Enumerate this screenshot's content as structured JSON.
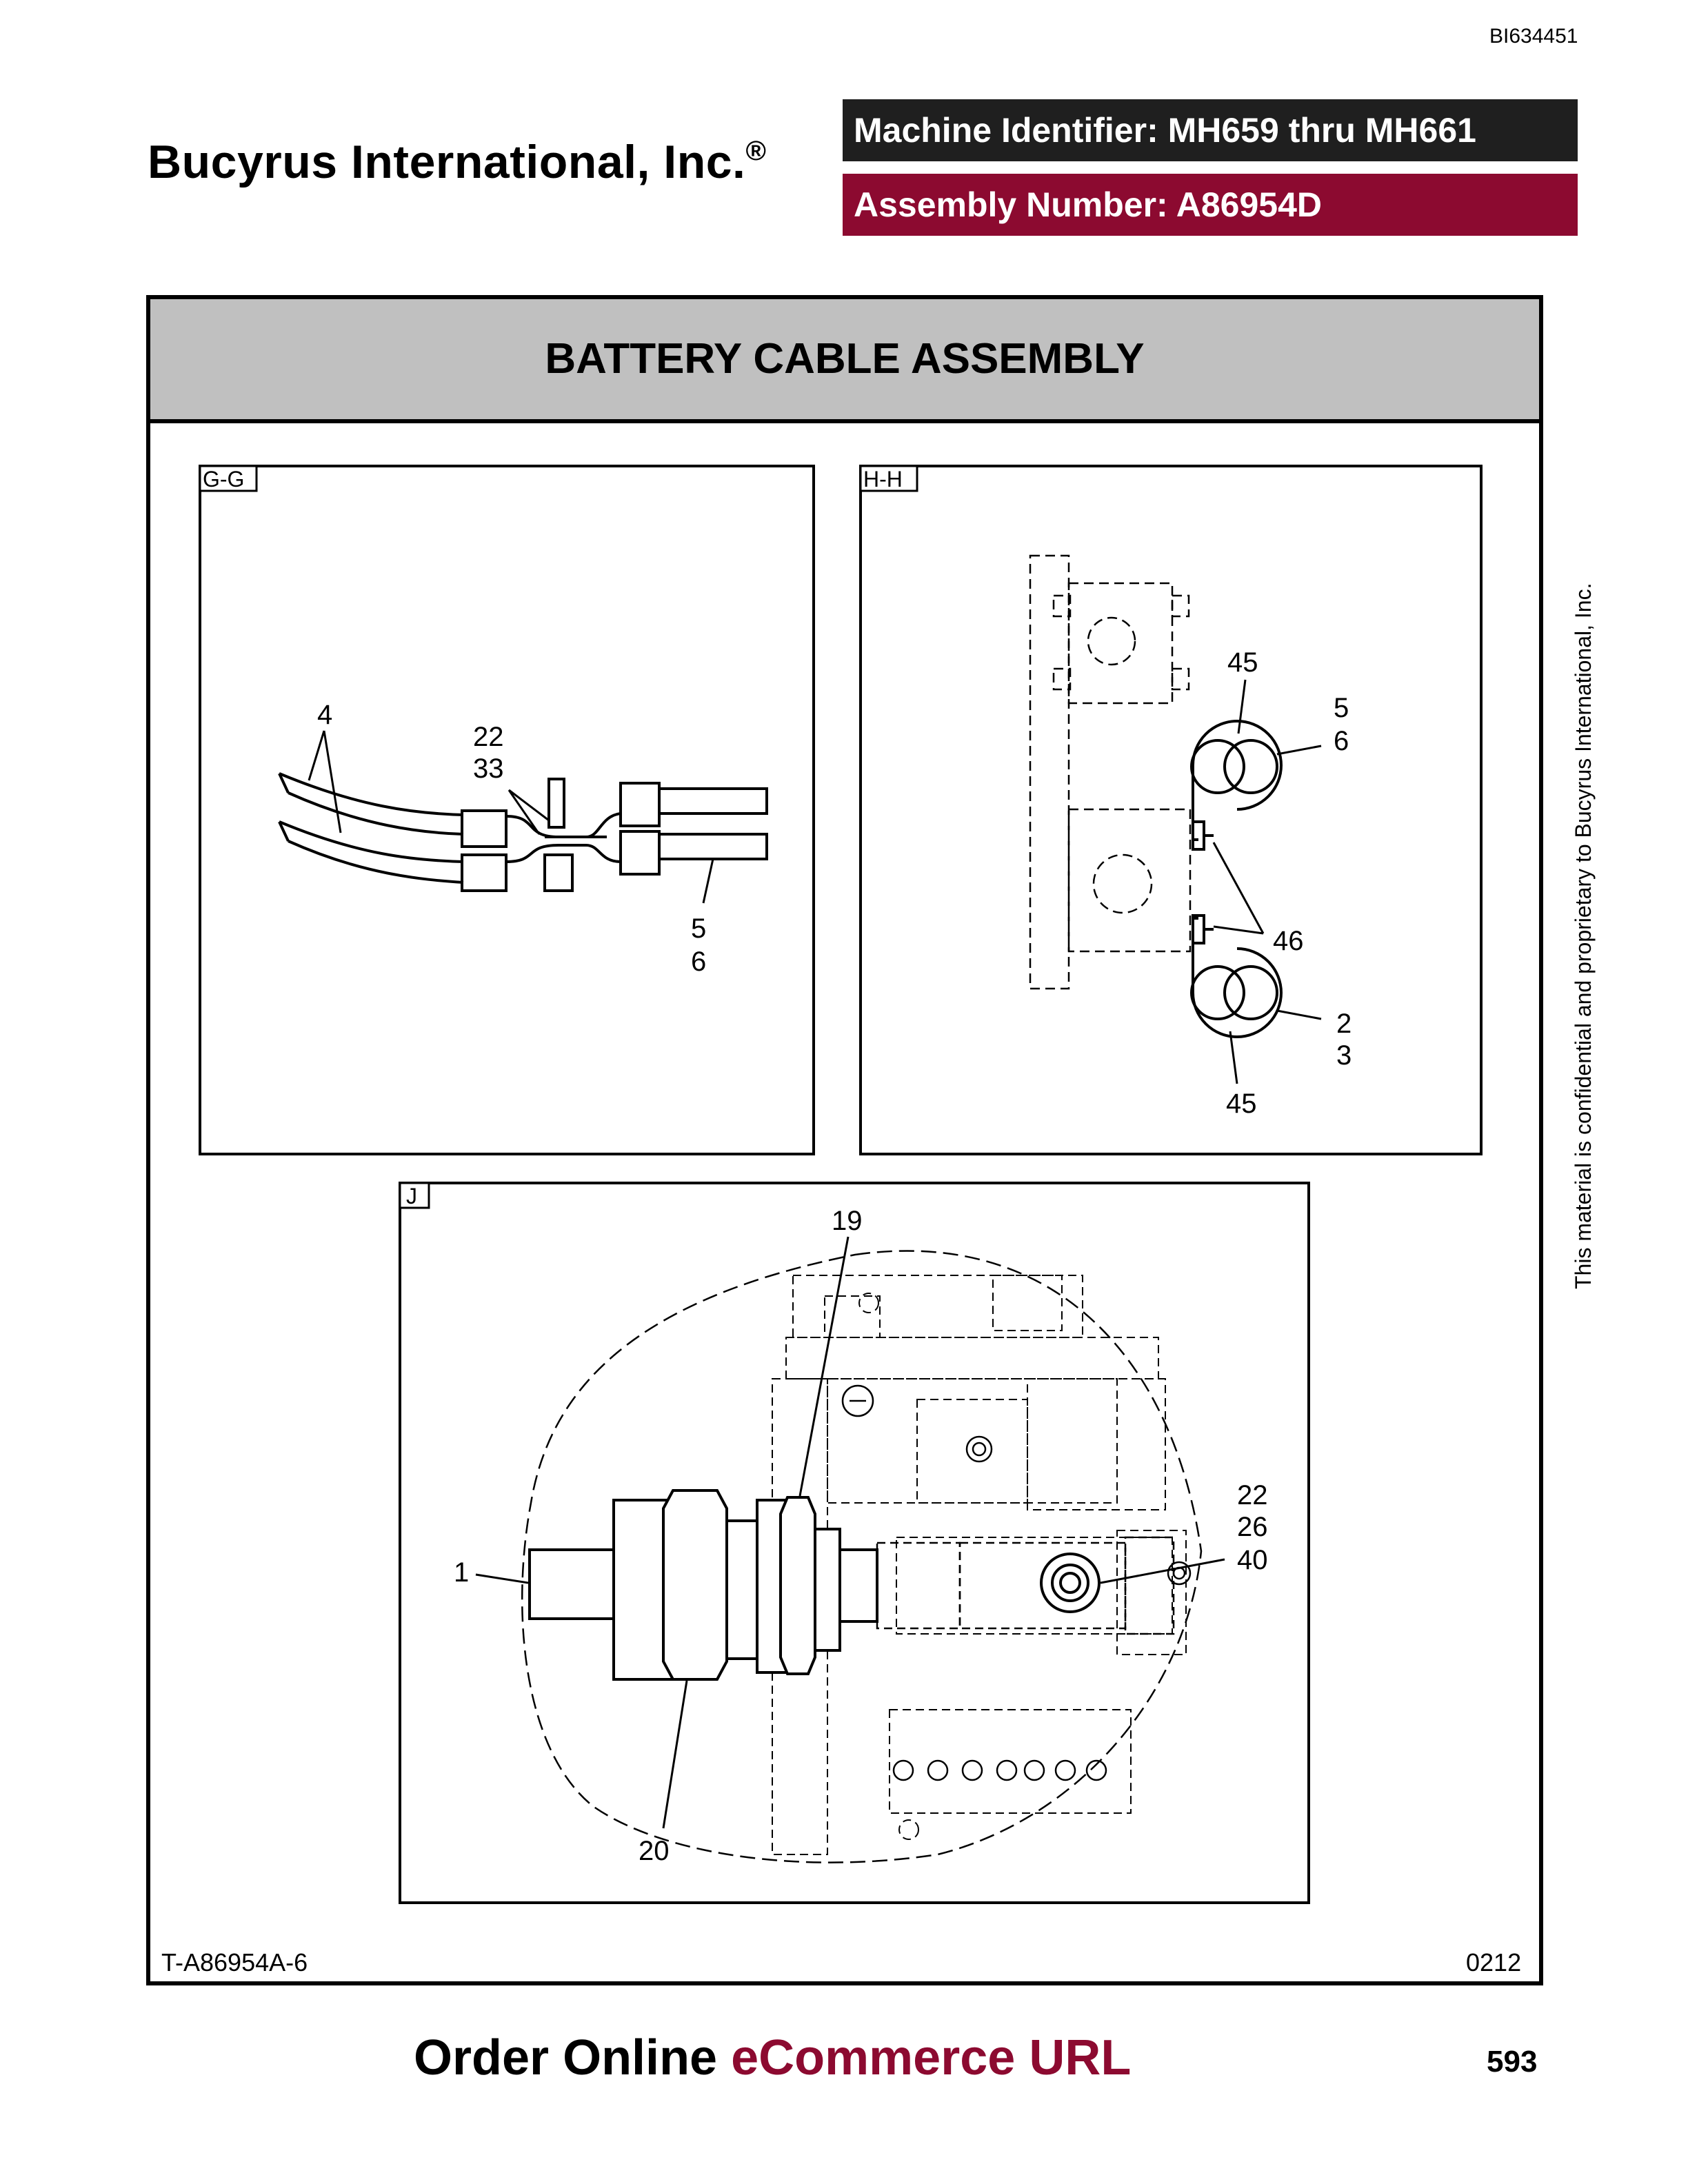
{
  "header": {
    "doc_id": "BI634451",
    "company": "Bucyrus International, Inc.",
    "company_mark": "®",
    "machine_identifier": "Machine Identifier: MH659 thru MH661",
    "assembly_number": "Assembly Number: A86954D"
  },
  "title": "BATTERY CABLE ASSEMBLY",
  "views": {
    "gg": {
      "label": "G-G",
      "callouts": {
        "c4": "4",
        "c22": "22",
        "c33": "33",
        "c5": "5",
        "c6": "6"
      }
    },
    "hh": {
      "label": "H-H",
      "callouts": {
        "c45a": "45",
        "c5": "5",
        "c6": "6",
        "c46": "46",
        "c2": "2",
        "c3": "3",
        "c45b": "45"
      }
    },
    "j": {
      "label": "J",
      "callouts": {
        "c19": "19",
        "c1": "1",
        "c22": "22",
        "c26": "26",
        "c40": "40",
        "c20": "20"
      }
    }
  },
  "footer": {
    "drawing_number": "T-A86954A-6",
    "revision_code": "0212",
    "side_note": "This material is confidential and proprietary to Bucyrus International, Inc.",
    "order_prefix": "Order Online",
    "order_link": "eCommerce URL",
    "page_number": "593"
  },
  "colors": {
    "dark_bar": "#1f1f1f",
    "brand_maroon": "#8c0a30",
    "title_band": "#c0c0c0"
  }
}
